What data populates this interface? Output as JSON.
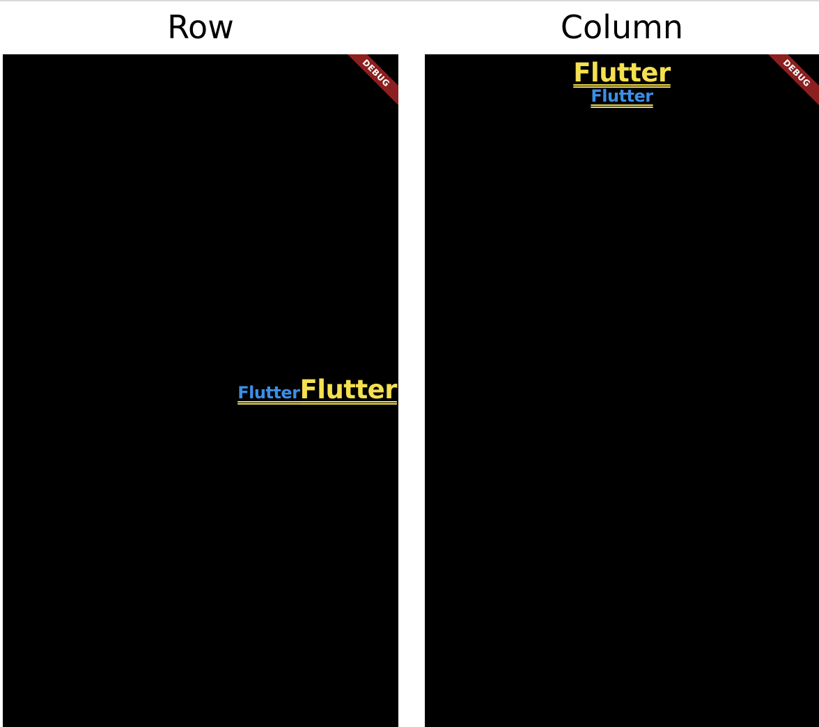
{
  "headers": {
    "row": "Row",
    "column": "Column"
  },
  "row_panel": {
    "debug_banner": "DEBUG",
    "texts": [
      {
        "text": "Flutter",
        "color": "#3b8fe6"
      },
      {
        "text": "Flutter",
        "color": "#f5e04f"
      }
    ]
  },
  "column_panel": {
    "debug_banner": "DEBUG",
    "texts": [
      {
        "text": "Flutter",
        "color": "#f5e04f"
      },
      {
        "text": "Flutter",
        "color": "#3b8fe6"
      }
    ]
  },
  "colors": {
    "screen_background": "#000000",
    "debug_banner": "#8c1f1f",
    "blue_text": "#3b8fe6",
    "yellow_text": "#f5e04f"
  }
}
